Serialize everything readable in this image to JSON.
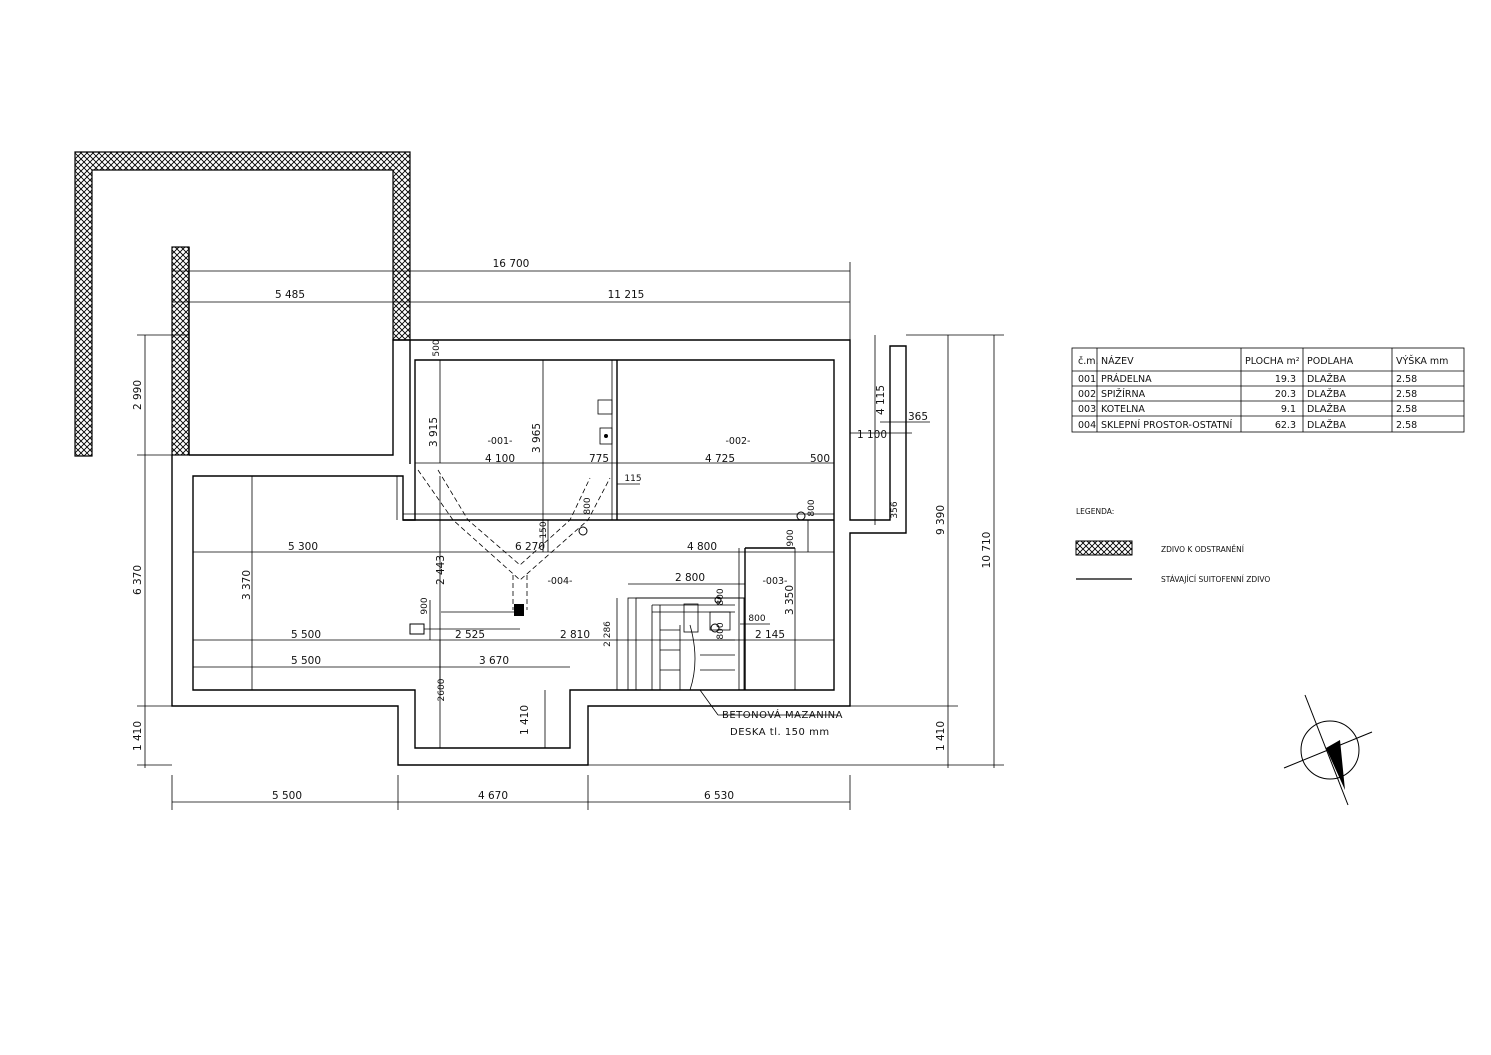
{
  "dimensions": {
    "top_total": "16 700",
    "top_left": "5 485",
    "top_right": "11 215",
    "bottom_a": "5 500",
    "bottom_b": "4 670",
    "bottom_c": "6 530",
    "left_a": "2 990",
    "left_b": "6 370",
    "left_c": "1 410",
    "right_a": "9 390",
    "right_b": "10 710",
    "right_c": "1 410",
    "right_d": "4 115",
    "right_e": "1 100",
    "right_f": "365",
    "right_g": "356",
    "d500a": "500",
    "d3915": "3 915",
    "d3965": "3 965",
    "d4100": "4 100",
    "d775": "775",
    "d4725": "4 725",
    "d500b": "500",
    "d115": "115",
    "d5300": "5 300",
    "d6270": "6 270",
    "d4800": "4 800",
    "d2443": "2 443",
    "d3370": "3 370",
    "d900a": "900",
    "d150": "150",
    "d2800": "2 800",
    "d3350": "3 350",
    "d900b": "900",
    "d800": "800",
    "d5500a": "5 500",
    "d2525": "2 525",
    "d2810": "2 810",
    "d2286": "2 286",
    "d2145": "2 145",
    "d5500b": "5 500",
    "d3670": "3 670",
    "d2600": "2600",
    "d1410": "1 410",
    "door_a": "800",
    "door_b": "800",
    "door_c": "800",
    "door_d": "800"
  },
  "rooms": {
    "r001": "-001-",
    "r002": "-002-",
    "r003": "-003-",
    "r004": "-004-"
  },
  "notes": {
    "slab_title": "BETONOVÁ MAZANINA",
    "slab_sub": "DESKA tl. 150 mm"
  },
  "table": {
    "headers": [
      "č.m.",
      "NÁZEV",
      "PLOCHA m²",
      "PODLAHA",
      "VÝŠKA mm"
    ],
    "rows": [
      [
        "001",
        "PRÁDELNA",
        "19.3",
        "DLAŽBA",
        "2.58"
      ],
      [
        "002",
        "SPIŽÍRNA",
        "20.3",
        "DLAŽBA",
        "2.58"
      ],
      [
        "003",
        "KOTELNA",
        "9.1",
        "DLAŽBA",
        "2.58"
      ],
      [
        "004",
        "SKLEPNÍ PROSTOR-OSTATNÍ",
        "62.3",
        "DLAŽBA",
        "2.58"
      ]
    ]
  },
  "legend": {
    "title": "LEGENDA:",
    "hatched": "ZDIVO K ODSTRANĚNÍ",
    "line": "STÁVAJÍCÍ SUITOFENNÍ ZDIVO"
  },
  "north_arrow": {
    "icon": "north-arrow-icon"
  }
}
